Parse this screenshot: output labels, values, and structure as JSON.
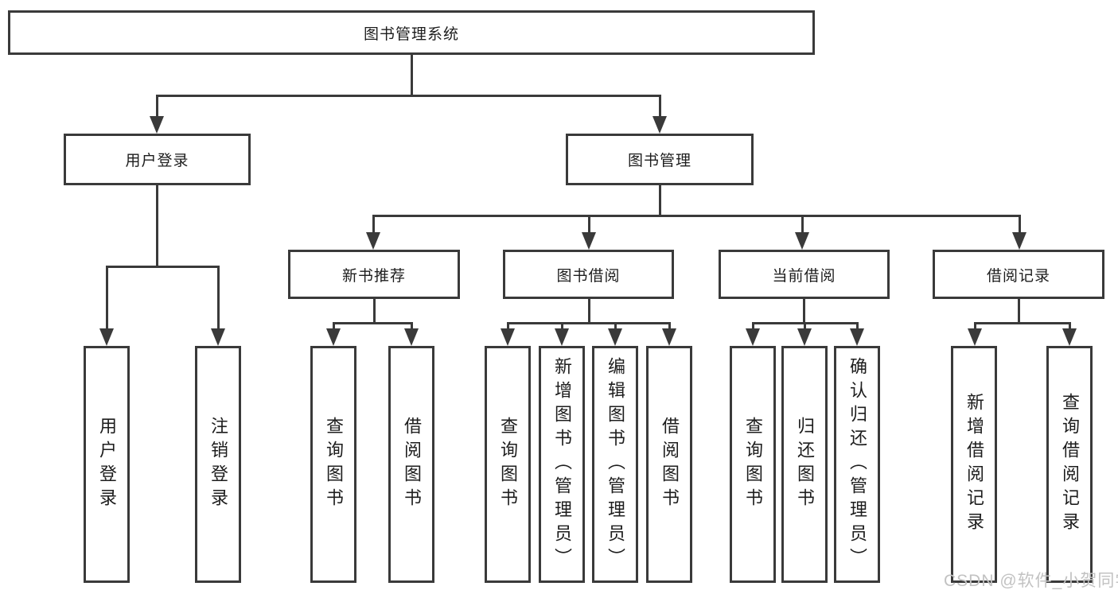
{
  "diagram": {
    "root": {
      "label": "图书管理系统"
    },
    "level2": [
      {
        "label": "用户登录"
      },
      {
        "label": "图书管理"
      }
    ],
    "level3": [
      {
        "label": "新书推荐"
      },
      {
        "label": "图书借阅"
      },
      {
        "label": "当前借阅"
      },
      {
        "label": "借阅记录"
      }
    ],
    "leaves": {
      "user_login": [
        {
          "label": "用户登录"
        },
        {
          "label": "注销登录"
        }
      ],
      "new_books": [
        {
          "label": "查询图书"
        },
        {
          "label": "借阅图书"
        }
      ],
      "book_borrowing": [
        {
          "label": "查询图书"
        },
        {
          "label": "新增图书（管理员）"
        },
        {
          "label": "编辑图书（管理员）"
        },
        {
          "label": "借阅图书"
        }
      ],
      "current_borrowing": [
        {
          "label": "查询图书"
        },
        {
          "label": "归还图书"
        },
        {
          "label": "确认归还（管理员）"
        }
      ],
      "borrowing_records": [
        {
          "label": "新增借阅记录"
        },
        {
          "label": "查询借阅记录"
        }
      ]
    },
    "watermark": "CSDN @软件_小贺同学",
    "colors": {
      "line": "#3a3a3a",
      "text": "#1d1d1d",
      "watermark": "#c2c2c2",
      "background": "#ffffff"
    }
  }
}
